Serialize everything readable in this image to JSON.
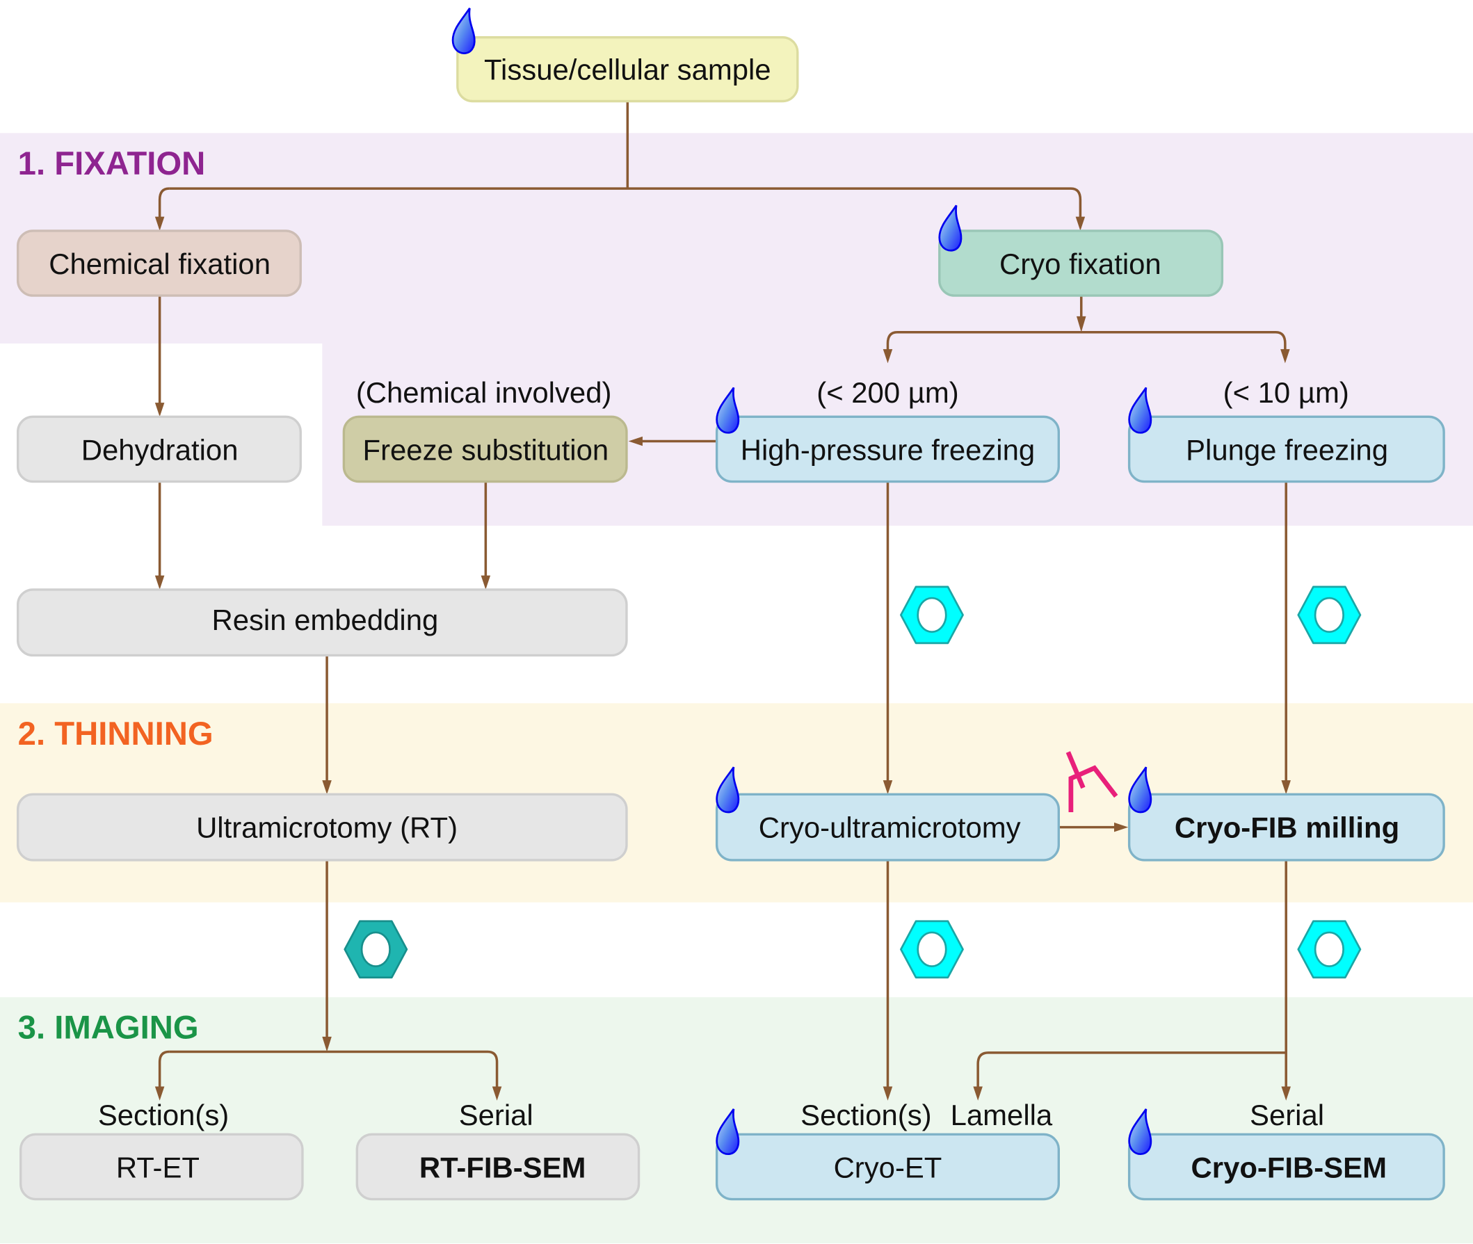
{
  "diagram": {
    "stages": [
      {
        "label": "1. FIXATION",
        "color": "#8e2490",
        "bg": "#f3ebf7"
      },
      {
        "label": "2. THINNING",
        "color": "#f26322",
        "bg": "#fdf7e3"
      },
      {
        "label": "3. IMAGING",
        "color": "#1a9447",
        "bg": "#edf7ed"
      }
    ],
    "nodes": {
      "sample": "Tissue/cellular sample",
      "chemical_fixation": "Chemical fixation",
      "cryo_fixation": "Cryo fixation",
      "dehydration": "Dehydration",
      "freeze_substitution": "Freeze substitution",
      "high_pressure_freezing": "High-pressure freezing",
      "plunge_freezing": "Plunge freezing",
      "resin_embedding": "Resin embedding",
      "ultramicrotomy_rt": "Ultramicrotomy (RT)",
      "cryo_ultramicrotomy": "Cryo-ultramicrotomy",
      "cryo_fib_milling": "Cryo-FIB milling",
      "rt_et": "RT-ET",
      "rt_fib_sem": "RT-FIB-SEM",
      "cryo_et": "Cryo-ET",
      "cryo_fib_sem": "Cryo-FIB-SEM"
    },
    "annotations": {
      "chemical_involved": "(Chemical involved)",
      "hpf_limit": "(< 200 µm)",
      "plunge_limit": "(< 10 µm)",
      "sections_rt": "Section(s)",
      "serial_rt": "Serial",
      "sections_cryo": "Section(s)",
      "lamella": "Lamella",
      "serial_cryo": "Serial"
    },
    "colors": {
      "connector": "#8a5a32",
      "sample_fill": "#f3f3bd",
      "chemical_fill": "#e6d3cb",
      "cryo_fill": "#b2dccd",
      "grey_fill": "#e6e6e6",
      "freeze_sub_fill": "#cfcda6",
      "blue_fill": "#cce6f1",
      "hex_bright": "#00ffff",
      "hex_dark": "#1bb3b3",
      "antibody": "#e8207a",
      "drop": "#1a1aff"
    }
  }
}
